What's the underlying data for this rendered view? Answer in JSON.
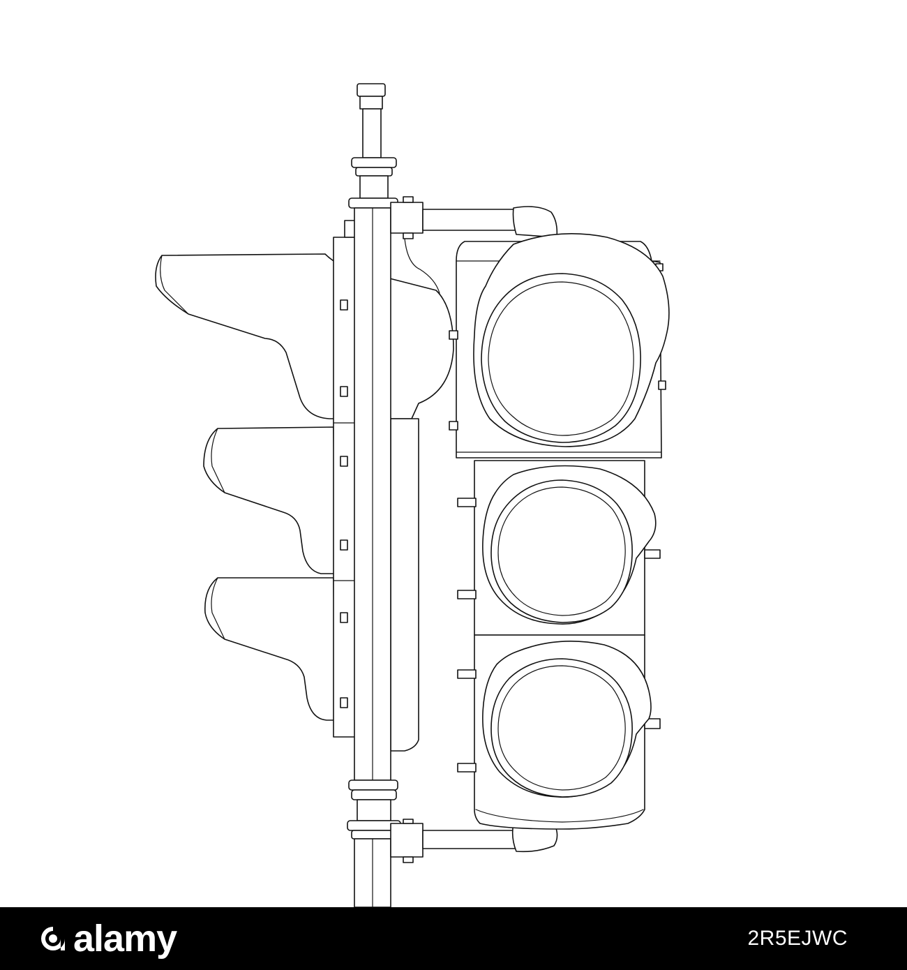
{
  "colors": {
    "background": "#ffffff",
    "outline": "#111111",
    "footer_background": "#000000",
    "footer_text": "#ffffff"
  },
  "footer": {
    "brand": "alamy",
    "image_id": "2R5EJWC"
  },
  "icons": {
    "brand_mark": "alamy-logo-mark"
  }
}
